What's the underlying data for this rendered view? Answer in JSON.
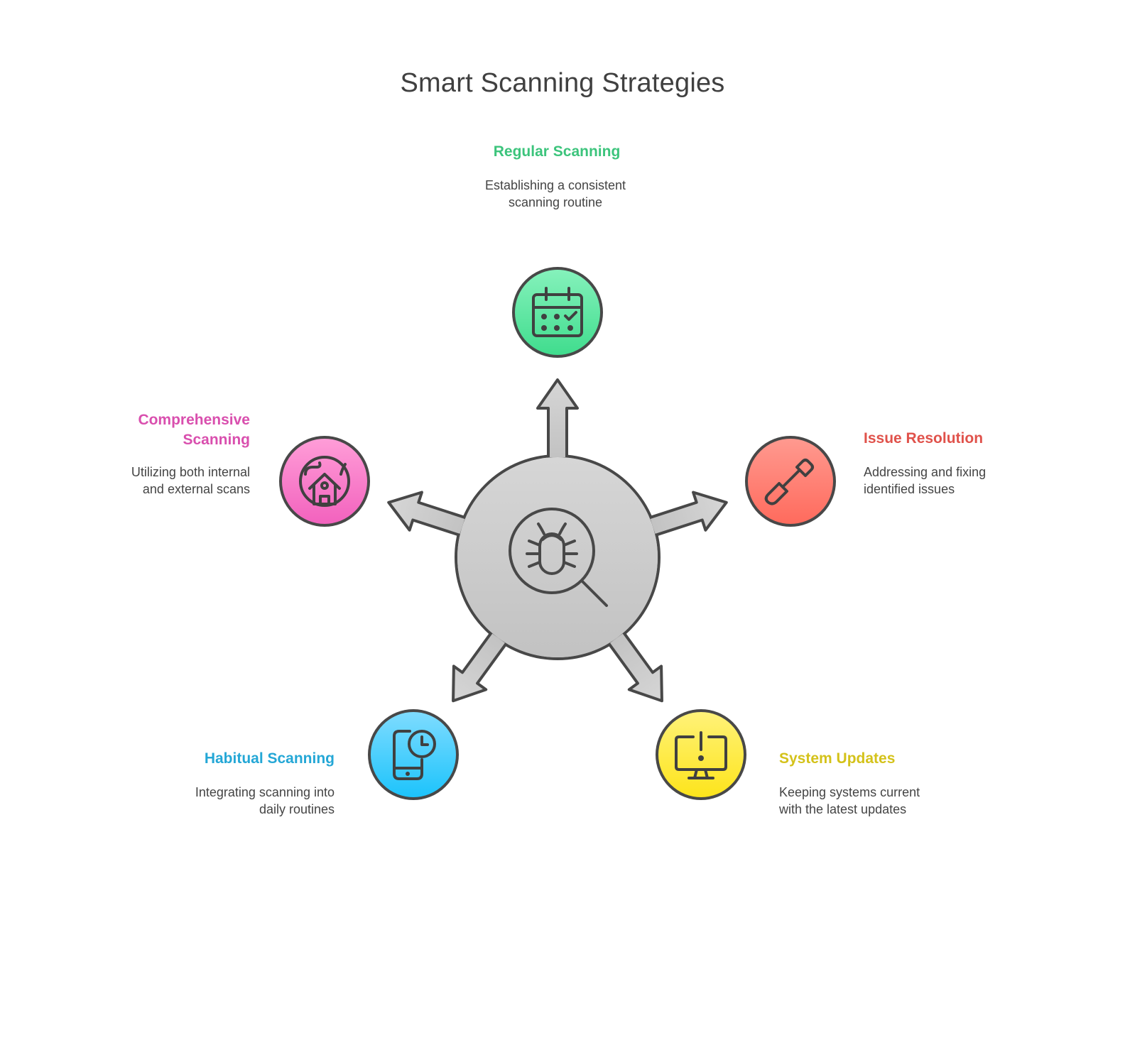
{
  "title": "Smart Scanning Strategies",
  "center": {
    "icon": "bug-search-icon"
  },
  "items": [
    {
      "label": "Regular Scanning",
      "description": "Establishing a consistent scanning routine",
      "color": "#3cc47c",
      "icon": "calendar-check-icon"
    },
    {
      "label": "Issue Resolution",
      "description": "Addressing and fixing identified issues",
      "color": "#e0524b",
      "icon": "screwdriver-icon"
    },
    {
      "label": "System Updates",
      "description": "Keeping systems current with the latest updates",
      "color": "#d4c21a",
      "icon": "monitor-alert-icon"
    },
    {
      "label": "Habitual Scanning",
      "description": "Integrating scanning into daily routines",
      "color": "#24a7d6",
      "icon": "phone-clock-icon"
    },
    {
      "label": "Comprehensive Scanning",
      "description": "Utilizing both internal and external scans",
      "color": "#d94fae",
      "icon": "house-globe-icon"
    }
  ]
}
